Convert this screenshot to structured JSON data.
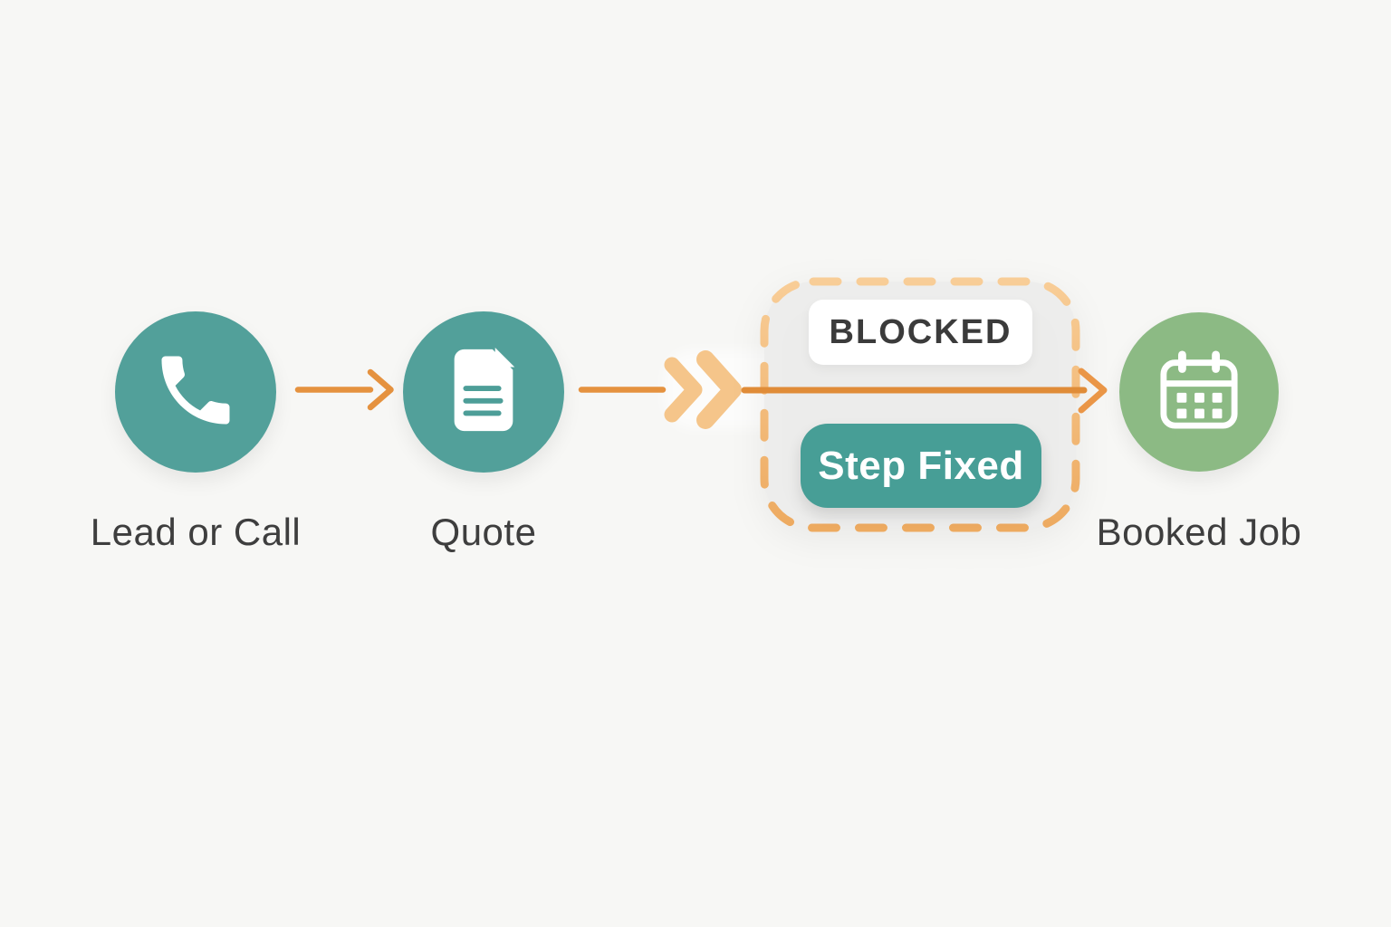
{
  "diagram": {
    "background_color": "#f7f7f5",
    "nodes": [
      {
        "label": "Lead or Call",
        "icon": "phone-icon",
        "circle_color": "#52a09a"
      },
      {
        "label": "Quote",
        "icon": "document-icon",
        "circle_color": "#52a09a"
      },
      {
        "label": "Booked Job",
        "icon": "calendar-icon",
        "circle_color": "#8cba84"
      }
    ],
    "blocked_panel": {
      "badge_label": "BLOCKED",
      "button_label": "Step Fixed",
      "border_color": "#f3bd7c",
      "fill_color": "#ececea",
      "badge_bg": "#ffffff",
      "badge_text_color": "#3b3b3b",
      "button_color": "#479e96",
      "button_text_color": "#ffffff"
    },
    "flow": {
      "arrow_color": "#e5923f",
      "chevron_color": "#f5c58a",
      "label_text_color": "#3e3e3e"
    }
  }
}
